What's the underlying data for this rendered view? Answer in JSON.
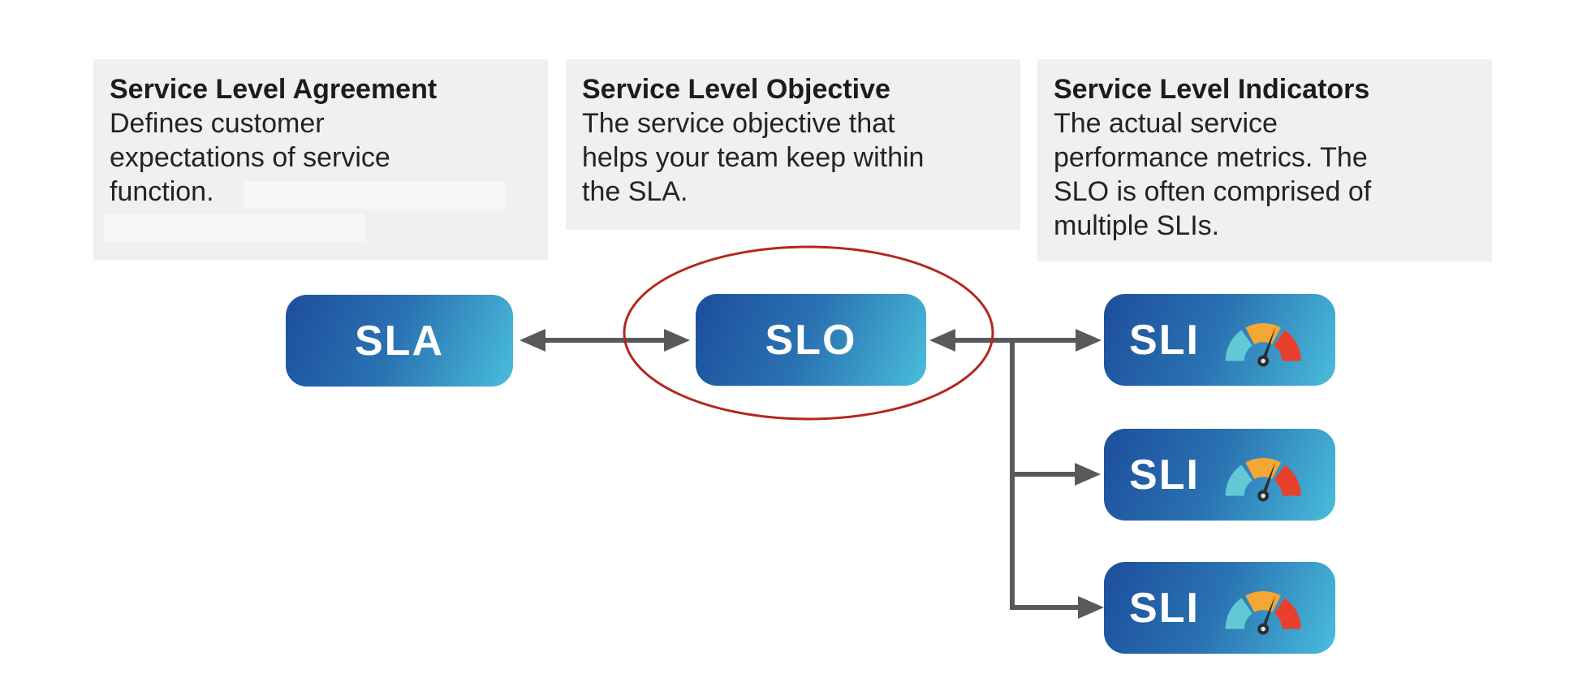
{
  "cards": [
    {
      "title": "Service Level Agreement",
      "body": "Defines customer expectations of service function."
    },
    {
      "title": "Service Level Objective",
      "body": "The service objective that helps your team keep within the SLA."
    },
    {
      "title": "Service Level Indicators",
      "body": "The actual service performance metrics. The SLO is often comprised of multiple SLIs."
    }
  ],
  "nodes": {
    "sla": {
      "label": "SLA"
    },
    "slo": {
      "label": "SLO"
    },
    "sli": [
      {
        "label": "SLI",
        "icon": "gauge-icon"
      },
      {
        "label": "SLI",
        "icon": "gauge-icon"
      },
      {
        "label": "SLI",
        "icon": "gauge-icon"
      }
    ]
  },
  "colors": {
    "card_bg": "#f0f0f0",
    "text": "#232323",
    "node_gradient_start": "#1d4e9d",
    "node_gradient_end": "#49bddb",
    "node_label": "#ffffff",
    "connector": "#58595b",
    "highlight_ellipse": "#b3271e",
    "gauge_teal": "#62c9d4",
    "gauge_orange": "#f5a733",
    "gauge_red": "#e8402c",
    "gauge_needle": "#2b2f33",
    "gauge_hub_center": "#d6ebf2"
  }
}
